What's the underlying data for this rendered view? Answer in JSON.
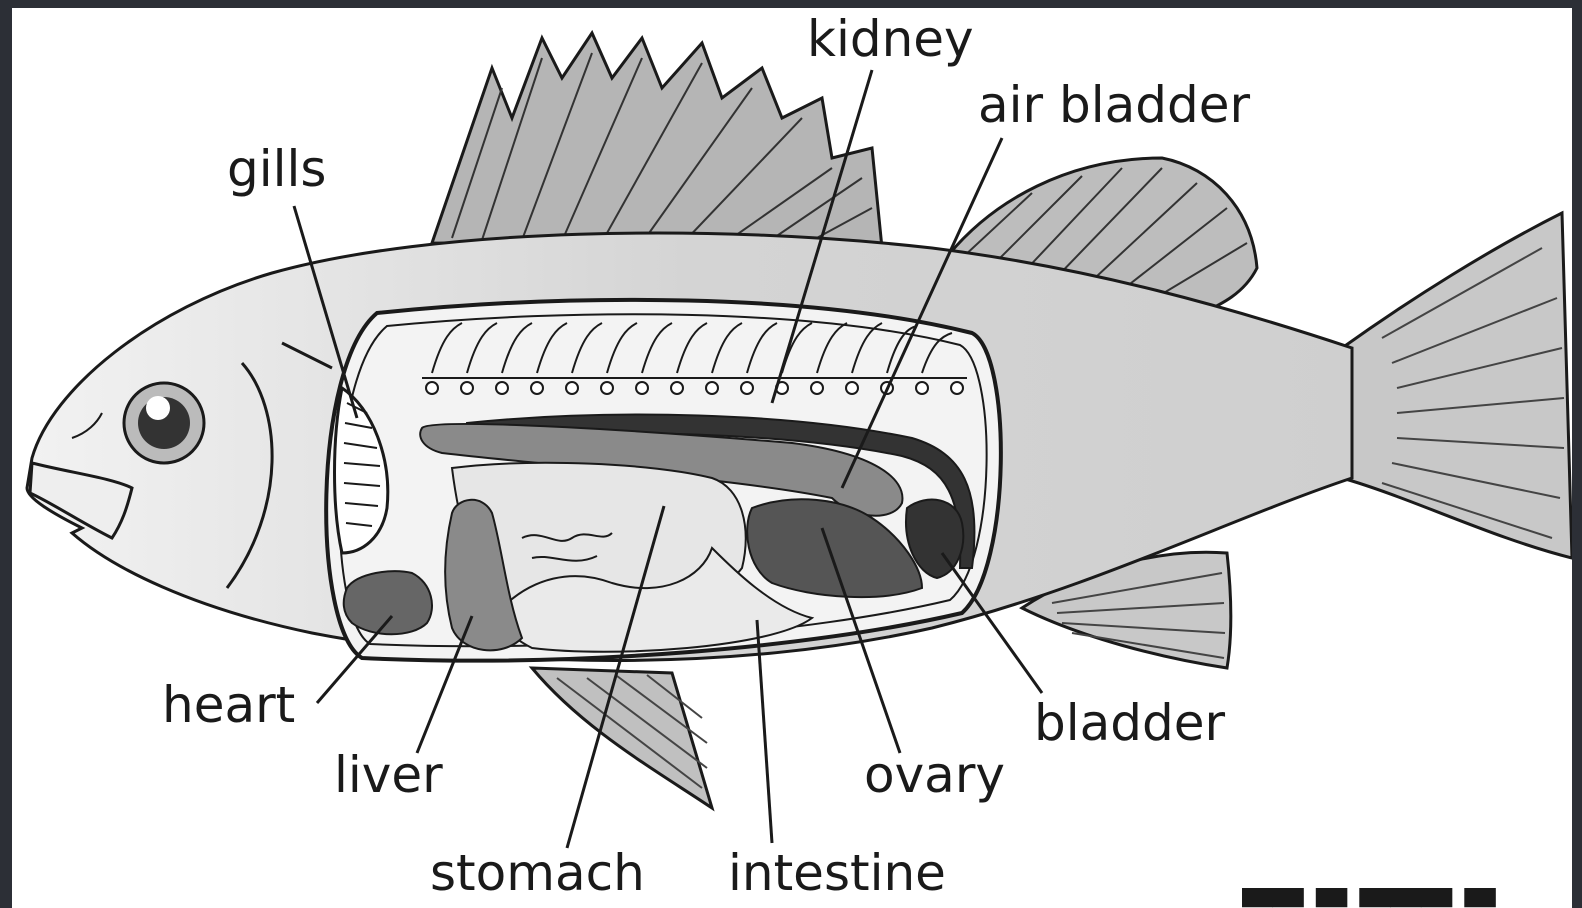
{
  "diagram": {
    "labels": {
      "kidney": "kidney",
      "air_bladder": "air bladder",
      "gills": "gills",
      "heart": "heart",
      "liver": "liver",
      "stomach": "stomach",
      "intestine": "intestine",
      "ovary": "ovary",
      "bladder": "bladder"
    },
    "colors": {
      "background": "#2c2f36",
      "body": "#d9d9d9",
      "outline": "#1a1a1a",
      "fin": "#b0b0b0",
      "organ_dark": "#555555",
      "organ_mid": "#8a8a8a",
      "organ_light": "#e8e8e8"
    }
  }
}
